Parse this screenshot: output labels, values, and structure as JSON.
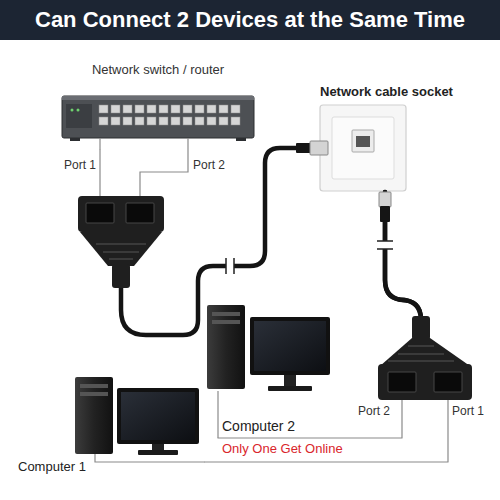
{
  "diagram": {
    "title": "Can Connect 2 Devices at the Same Time",
    "nodes": [
      {
        "text": [
          "Network switch / router"
        ]
      },
      {
        "text": [
          "Network cable socket"
        ]
      },
      {
        "text": [
          "Computer 2",
          "Only One Get Online"
        ]
      },
      {
        "text": [
          "Computer 1"
        ]
      }
    ],
    "edges": [
      {
        "from": 0,
        "to": 1,
        "arrow": "none"
      },
      {
        "from": 1,
        "to": 2,
        "arrow": "none"
      },
      {
        "from": 1,
        "to": 3,
        "arrow": "none"
      }
    ],
    "labels": [
      "Port 1",
      "Port 2",
      "Port 2",
      "Port 1"
    ]
  }
}
